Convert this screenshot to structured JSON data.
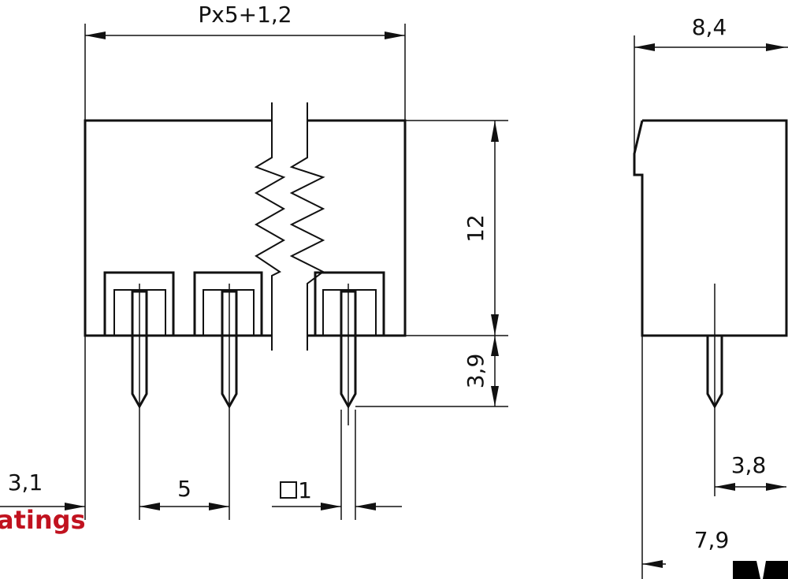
{
  "dimensions": {
    "overall_width": "Px5+1,2",
    "side_width": "8,4",
    "height": "12",
    "pin_length": "3,9",
    "edge_offset": "3,1",
    "pitch": "5",
    "pin_square": "1",
    "side_pin_offset": "3,8",
    "side_base": "7,9"
  },
  "watermark": {
    "text": "atings",
    "color": "#c1121f"
  }
}
